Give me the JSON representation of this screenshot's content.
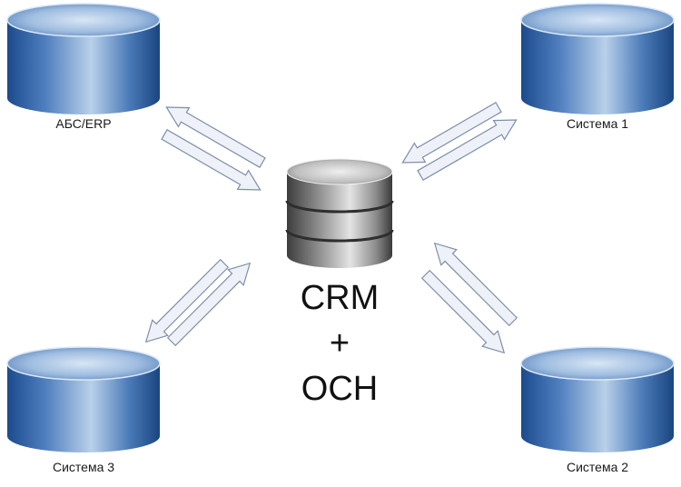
{
  "nodes": {
    "abs_erp": {
      "label": "АБС/ERP"
    },
    "system1": {
      "label": "Система 1"
    },
    "system2": {
      "label": "Система 2"
    },
    "system3": {
      "label": "Система 3"
    }
  },
  "hub": {
    "line1": "CRM",
    "line2": "+",
    "line3": "ОСН"
  },
  "colors": {
    "cylinder_dark": "#1d4a8a",
    "cylinder_light": "#cfe0f2",
    "hub_dark": "#3a3a3a",
    "hub_light": "#d9d9d9",
    "arrow_fill": "#eef2f8",
    "arrow_stroke": "#7a8aa6"
  }
}
